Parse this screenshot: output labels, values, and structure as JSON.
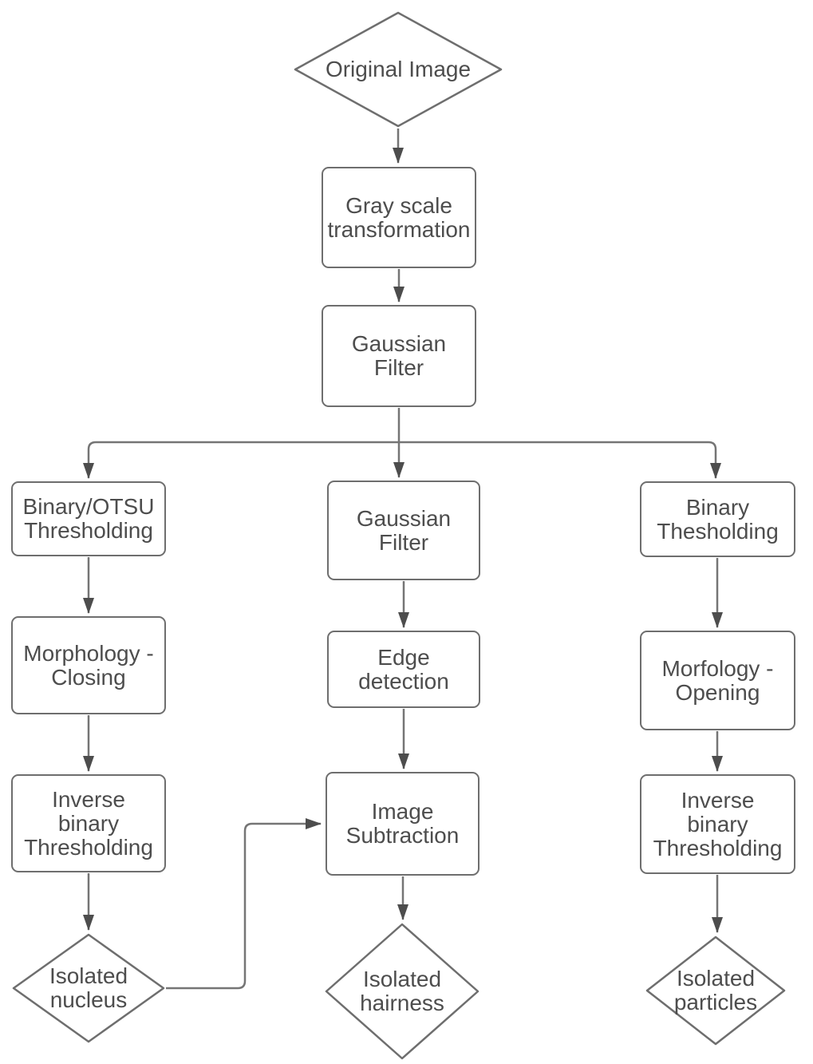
{
  "diagram_type": "flowchart",
  "colors": {
    "line": "#757575",
    "arrowhead": "#4d4d4d",
    "node_border": "#6e6e6e",
    "node_fill": "#ffffff",
    "text": "#4d4d4d",
    "background": "#ffffff"
  },
  "nodes": {
    "original_image": {
      "shape": "diamond",
      "label": "Original Image"
    },
    "gray_scale": {
      "shape": "box",
      "label": "Gray scale\ntransformation"
    },
    "gaussian_filter_1": {
      "shape": "box",
      "label": "Gaussian\nFilter"
    },
    "binary_otsu": {
      "shape": "box",
      "label": "Binary/OTSU\nThresholding"
    },
    "morphology_closing": {
      "shape": "box",
      "label": "Morphology -\nClosing"
    },
    "inverse_binary_left": {
      "shape": "box",
      "label": "Inverse\nbinary\nThresholding"
    },
    "isolated_nucleus": {
      "shape": "diamond",
      "label": "Isolated\nnucleus"
    },
    "gaussian_filter_2": {
      "shape": "box",
      "label": "Gaussian\nFilter"
    },
    "edge_detection": {
      "shape": "box",
      "label": "Edge\ndetection"
    },
    "image_subtraction": {
      "shape": "box",
      "label": "Image\nSubtraction"
    },
    "isolated_hairness": {
      "shape": "diamond",
      "label": "Isolated\nhairness"
    },
    "binary_thesholding": {
      "shape": "box",
      "label": "Binary\nThesholding"
    },
    "morfology_opening": {
      "shape": "box",
      "label": "Morfology -\nOpening"
    },
    "inverse_binary_right": {
      "shape": "box",
      "label": "Inverse\nbinary\nThresholding"
    },
    "isolated_particles": {
      "shape": "diamond",
      "label": "Isolated\nparticles"
    }
  },
  "edges": [
    {
      "from": "original_image",
      "to": "gray_scale"
    },
    {
      "from": "gray_scale",
      "to": "gaussian_filter_1"
    },
    {
      "from": "gaussian_filter_1",
      "to": "binary_otsu"
    },
    {
      "from": "gaussian_filter_1",
      "to": "gaussian_filter_2"
    },
    {
      "from": "gaussian_filter_1",
      "to": "binary_thesholding"
    },
    {
      "from": "binary_otsu",
      "to": "morphology_closing"
    },
    {
      "from": "morphology_closing",
      "to": "inverse_binary_left"
    },
    {
      "from": "inverse_binary_left",
      "to": "isolated_nucleus"
    },
    {
      "from": "isolated_nucleus",
      "to": "image_subtraction"
    },
    {
      "from": "gaussian_filter_2",
      "to": "edge_detection"
    },
    {
      "from": "edge_detection",
      "to": "image_subtraction"
    },
    {
      "from": "image_subtraction",
      "to": "isolated_hairness"
    },
    {
      "from": "binary_thesholding",
      "to": "morfology_opening"
    },
    {
      "from": "morfology_opening",
      "to": "inverse_binary_right"
    },
    {
      "from": "inverse_binary_right",
      "to": "isolated_particles"
    }
  ]
}
